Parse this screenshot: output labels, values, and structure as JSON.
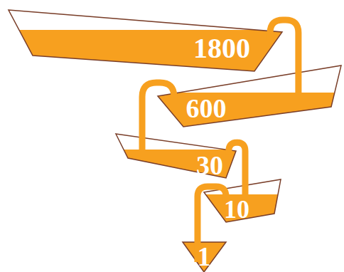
{
  "diagram": {
    "nodes": [
      {
        "text": [
          "1800"
        ]
      },
      {
        "text": [
          "600"
        ]
      },
      {
        "text": [
          "30"
        ]
      },
      {
        "text": [
          "10"
        ]
      },
      {
        "text": [
          "1"
        ]
      }
    ],
    "edges": [
      {
        "from": 0,
        "to": 1,
        "arrow": "none"
      },
      {
        "from": 1,
        "to": 2,
        "arrow": "none"
      },
      {
        "from": 2,
        "to": 3,
        "arrow": "none"
      },
      {
        "from": 3,
        "to": 4,
        "arrow": "none"
      }
    ]
  }
}
